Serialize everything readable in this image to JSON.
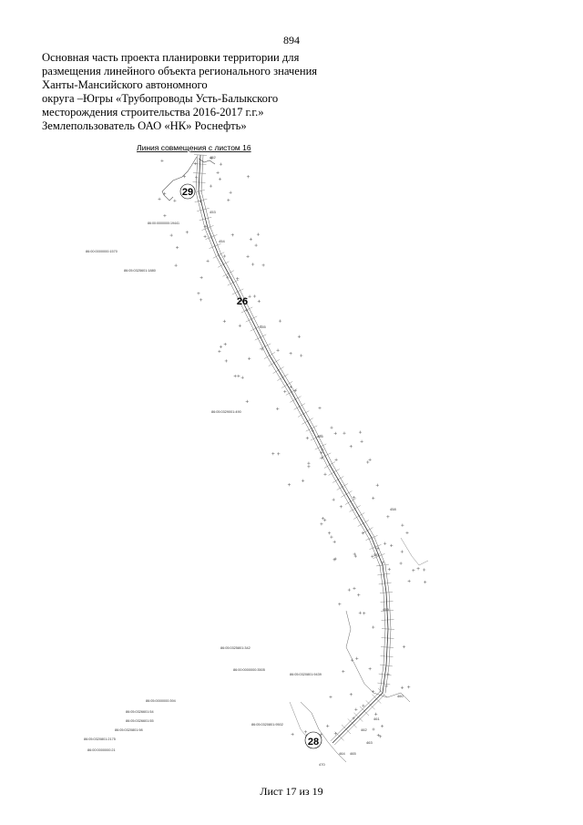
{
  "page_number": "894",
  "header": {
    "lines": [
      "Основная часть проекта планировки территории для",
      "размещения линейного объекта регионального значения",
      "Ханты-Мансийского автономного",
      "округа –Югры «Трубопроводы Усть-Балыкского",
      "месторождения строительства 2016-2017 г.г.»",
      "Землепользователь ОАО «НК» Роснефть»"
    ]
  },
  "map": {
    "match_line_label": "Линия совмещения с листом 16",
    "markers": {
      "top": "29",
      "middle": "26",
      "bottom": "28"
    },
    "coord_labels": [
      "86:00:0000000:1570",
      "86:05:0325601:1880",
      "86:05:0329001:490",
      "86:05:0325801:342",
      "86:00:0000000:3505",
      "86:05:0320801:9439",
      "86:05:0000000:394",
      "86:05:0326601:54",
      "86:05:0326601:55",
      "86:05:0320801:98",
      "86:05:0320801:2175",
      "86:00:0000000:21",
      "86:05:0320801:9502"
    ],
    "point_labels": [
      "452",
      "453",
      "454",
      "455",
      "456",
      "457",
      "458",
      "459",
      "460",
      "461",
      "462",
      "463",
      "464",
      "465",
      "470"
    ]
  },
  "footer": {
    "sheet": "Лист 17 из 19"
  }
}
